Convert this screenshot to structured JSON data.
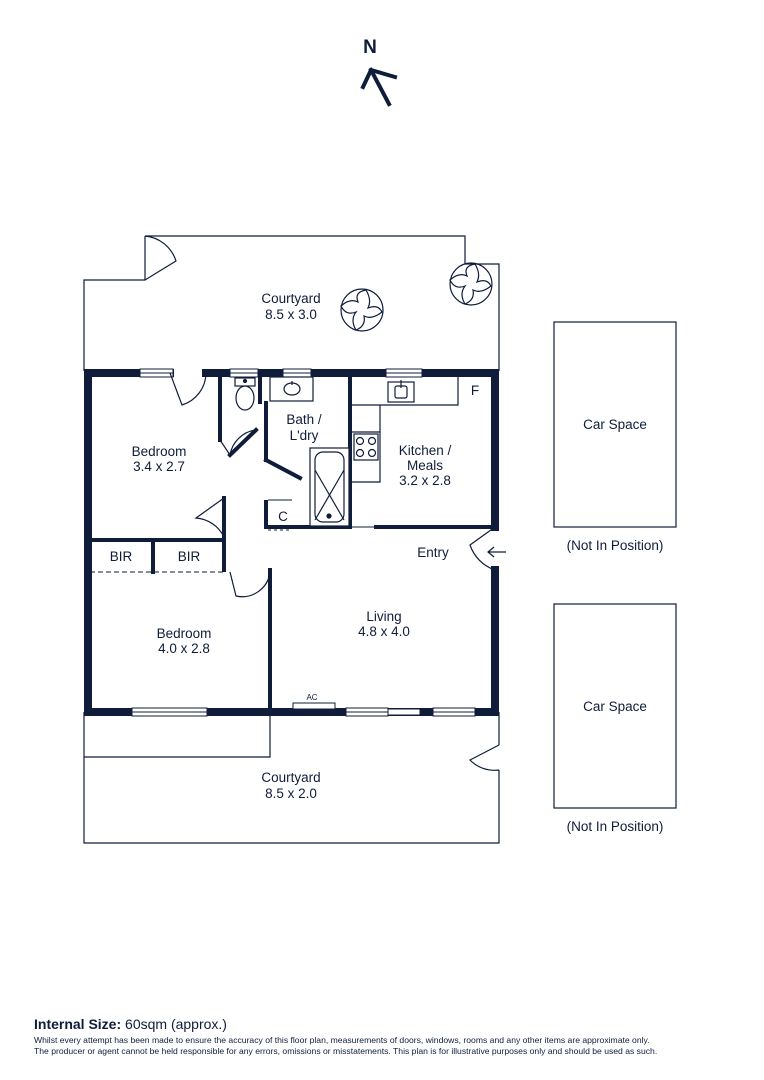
{
  "compass": {
    "label": "N"
  },
  "rooms": {
    "courtyard_top": {
      "name": "Courtyard",
      "size": "8.5 x 3.0"
    },
    "bedroom_1": {
      "name": "Bedroom",
      "size": "3.4 x 2.7"
    },
    "bath": {
      "name_line1": "Bath /",
      "name_line2": "L'dry"
    },
    "kitchen": {
      "name_line1": "Kitchen /",
      "name_line2": "Meals",
      "size": "3.2 x 2.8"
    },
    "bir_1": {
      "name": "BIR"
    },
    "bir_2": {
      "name": "BIR"
    },
    "cupboard": {
      "name": "C"
    },
    "fridge": {
      "name": "F"
    },
    "entry": {
      "name": "Entry"
    },
    "living": {
      "name": "Living",
      "size": "4.8 x 4.0"
    },
    "bedroom_2": {
      "name": "Bedroom",
      "size": "4.0 x 2.8"
    },
    "ac": {
      "name": "AC"
    },
    "courtyard_bottom": {
      "name": "Courtyard",
      "size": "8.5 x 2.0"
    }
  },
  "car_spaces": [
    {
      "name": "Car Space",
      "note": "(Not In Position)"
    },
    {
      "name": "Car Space",
      "note": "(Not In Position)"
    }
  ],
  "footer": {
    "size_label": "Internal Size:",
    "size_value": "60sqm (approx.)",
    "disclaimer_1": "Whilst every attempt has been made to ensure the accuracy of this floor plan, measurements of doors, windows, rooms and any other items are approximate only.",
    "disclaimer_2": "The producer or agent cannot be held responsible for any errors, omissions or misstatements. This plan is for illustrative purposes only and should be used as such."
  },
  "colors": {
    "ink": "#0f1d3a",
    "background": "#ffffff"
  }
}
